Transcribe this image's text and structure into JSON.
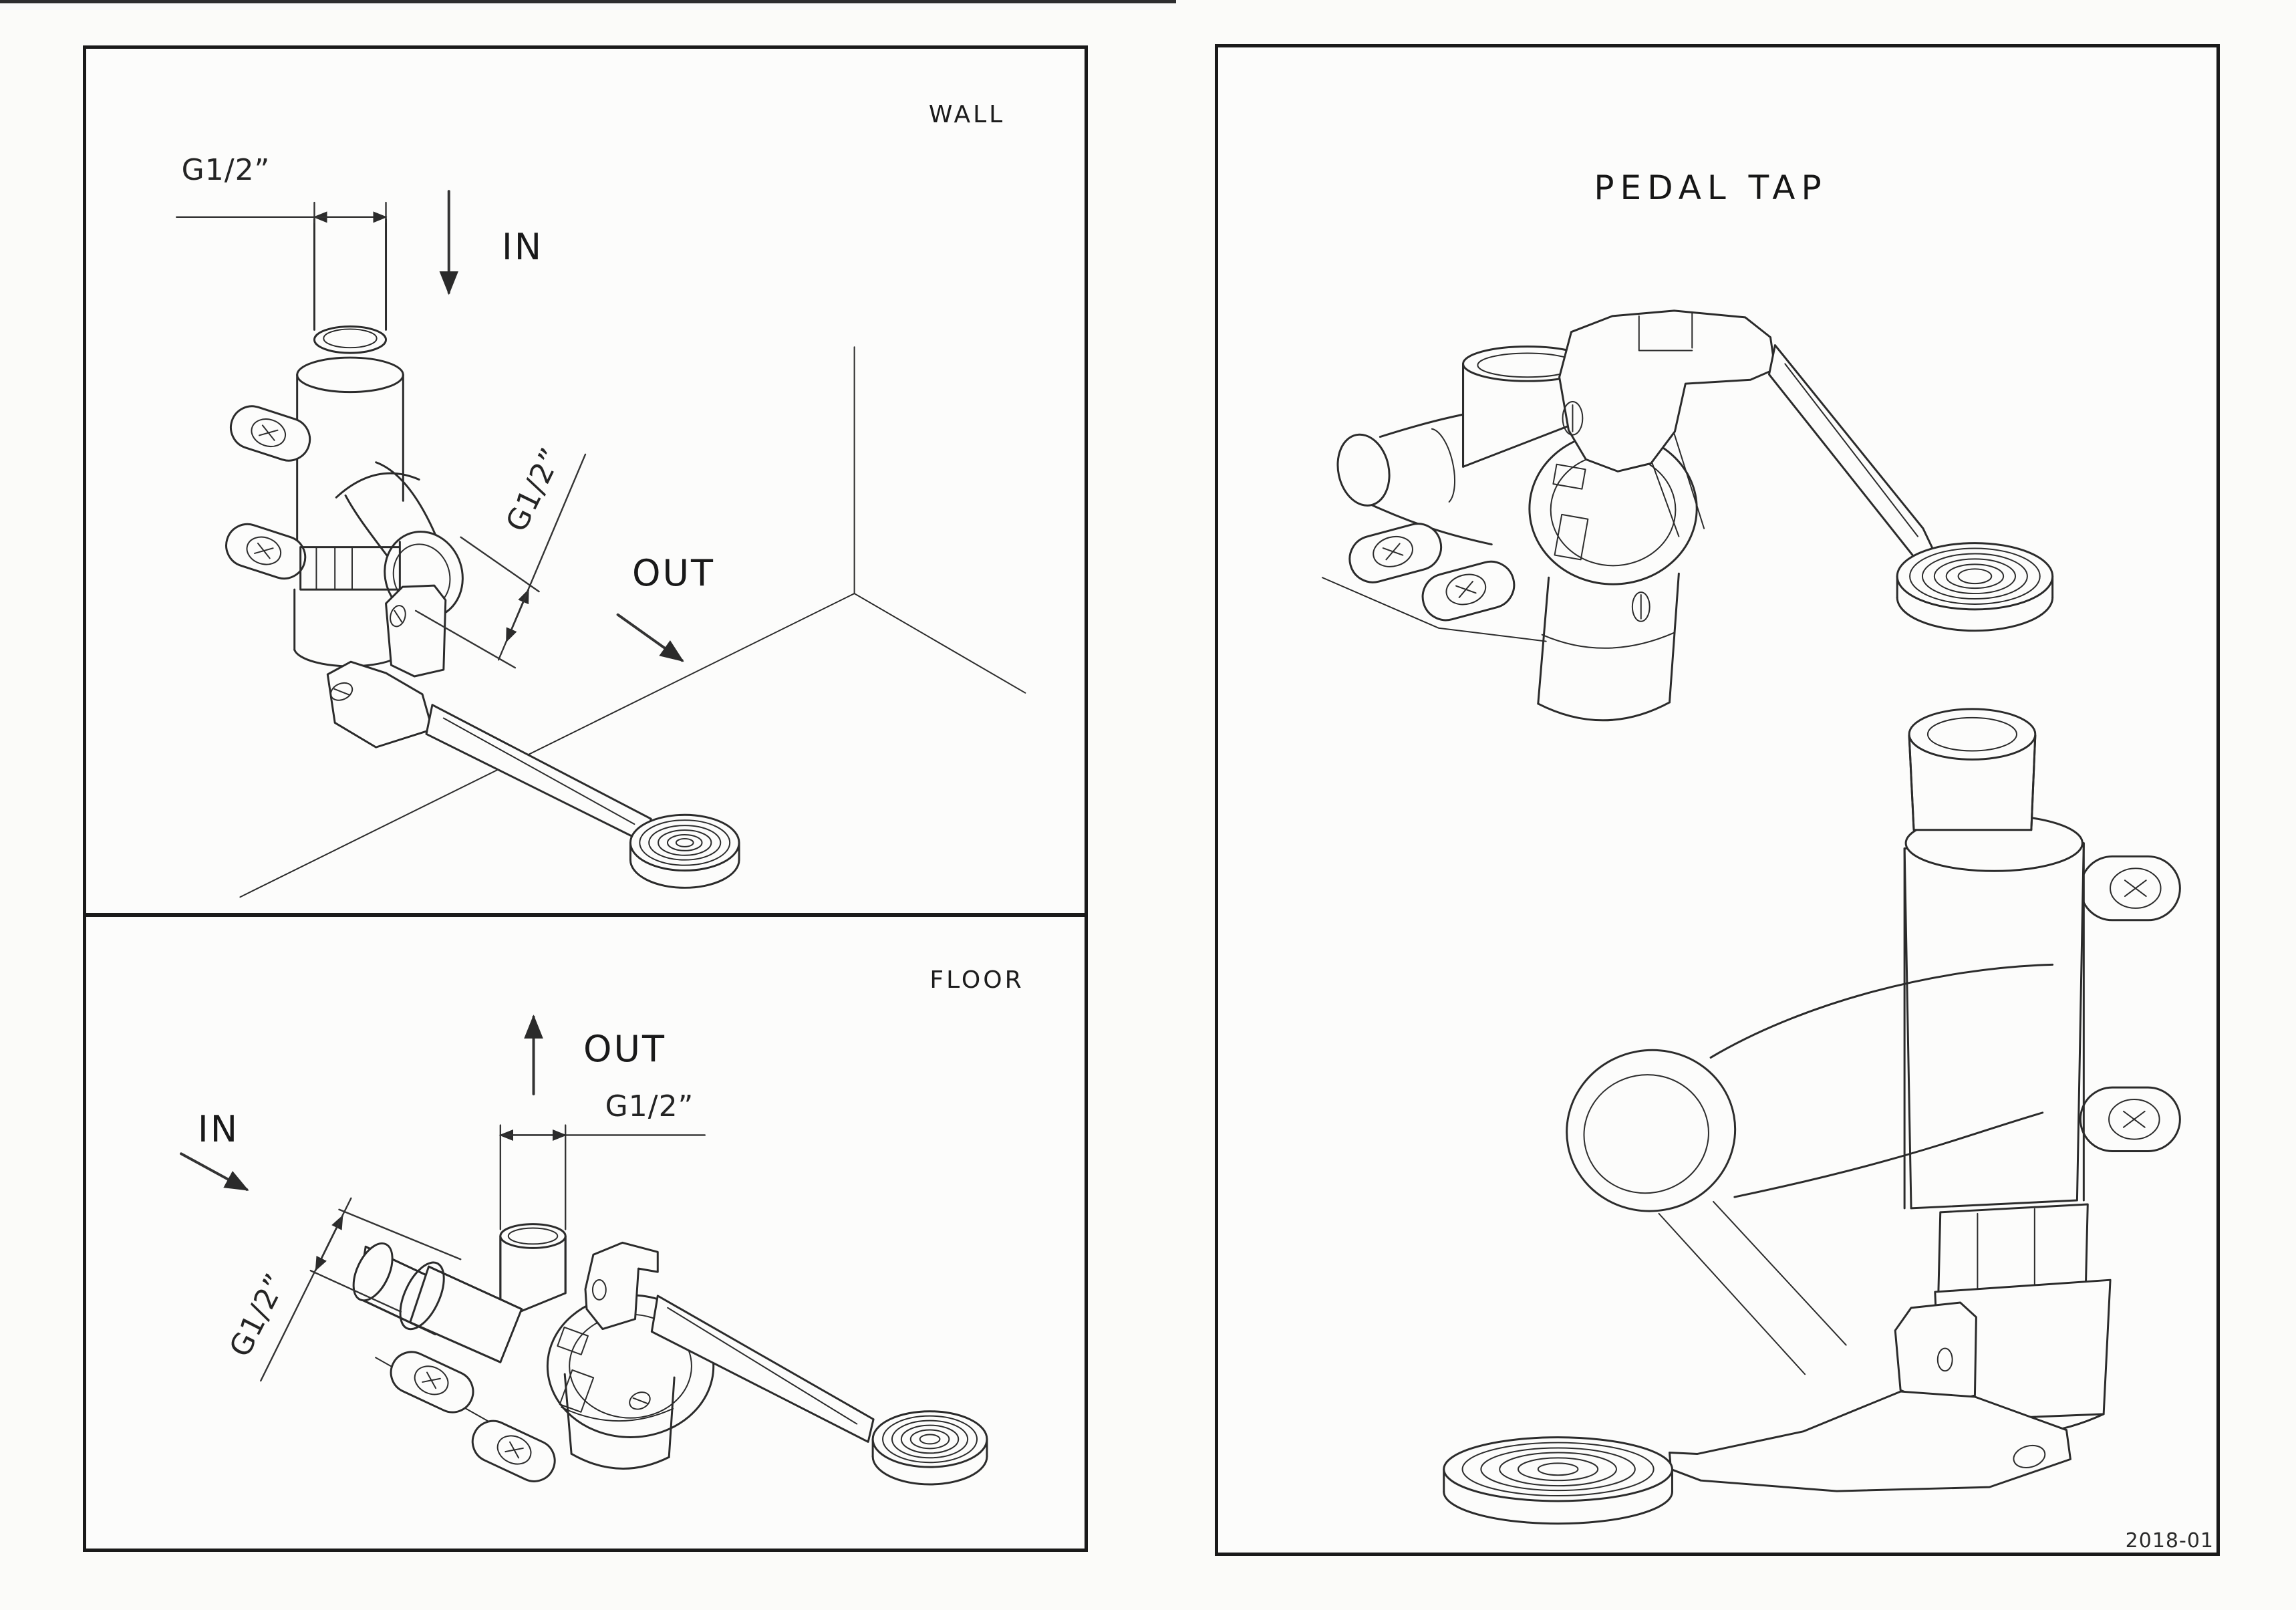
{
  "document": {
    "title": "PEDAL TAP",
    "doc_number": "2018-01"
  },
  "wall_panel": {
    "label": "WALL",
    "in_label": "IN",
    "out_label": "OUT",
    "dim_inlet": "G1/2”",
    "dim_outlet": "G1/2”"
  },
  "floor_panel": {
    "label": "FLOOR",
    "in_label": "IN",
    "out_label": "OUT",
    "dim_outlet": "G1/2”",
    "dim_inlet": "G1/2”"
  },
  "colors": {
    "ink": "#2b2b2b",
    "text": "#1f1f1f",
    "background": "#fbfbf9",
    "panel_border": "#1a1a1a"
  }
}
